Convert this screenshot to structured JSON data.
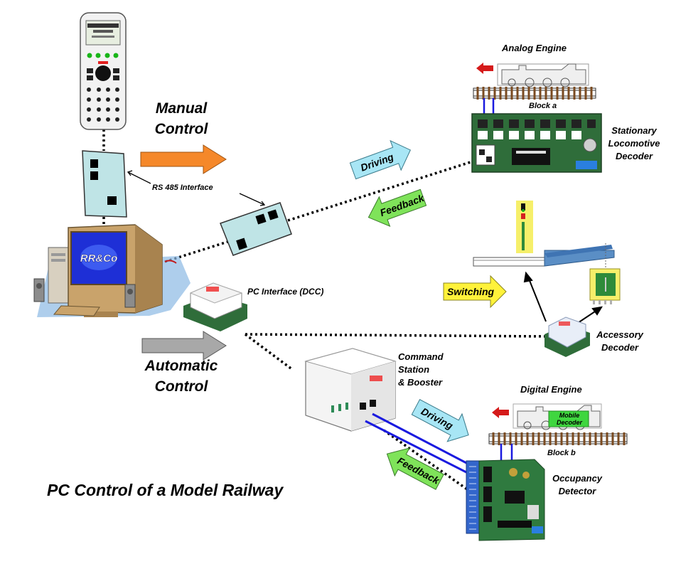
{
  "title": "PC Control of a Model Railway",
  "labels": {
    "manual_control": "Manual\nControl",
    "automatic_control": "Automatic\nControl",
    "rs485_interface": "RS 485  Interface",
    "pc_interface": "PC Interface (DCC)",
    "command_station": "Command\nStation\n& Booster",
    "analog_engine": "Analog Engine",
    "block_a": "Block a",
    "stationary_decoder": "Stationary\nLocomotive\nDecoder",
    "accessory_decoder": "Accessory\nDecoder",
    "digital_engine": "Digital Engine",
    "mobile_decoder": "Mobile\nDecoder",
    "block_b": "Block b",
    "occupancy_detector": "Occupancy\nDetector",
    "computer_screen": "RR&Co"
  },
  "arrows": {
    "driving_top": "Driving",
    "feedback_top": "Feedback",
    "switching": "Switching",
    "driving_bottom": "Driving",
    "feedback_bottom": "Feedback"
  },
  "colors": {
    "manual_arrow": "#f5882a",
    "automatic_arrow": "#a8a8a8",
    "driving_arrow": "#a8e6f5",
    "feedback_arrow": "#7fe35a",
    "switching_arrow": "#fff23a",
    "interface_box": "#bfe4e6",
    "pcb_green": "#2f6d3a",
    "cable_blue": "#1a1adf",
    "loco_arrow_red": "#d51a1a"
  }
}
